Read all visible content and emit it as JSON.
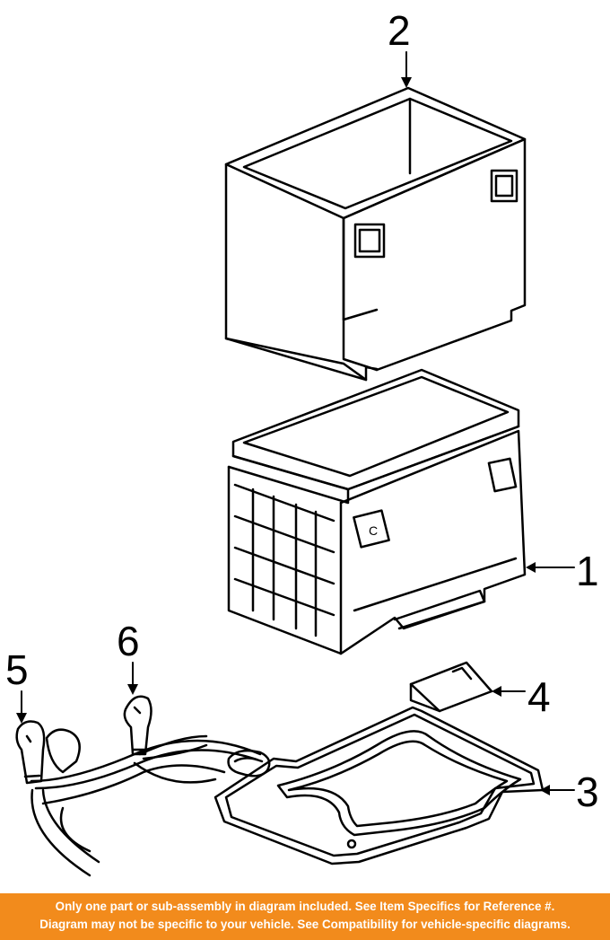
{
  "callouts": {
    "c1": "1",
    "c2": "2",
    "c3": "3",
    "c4": "4",
    "c5": "5",
    "c6": "6"
  },
  "battery_label": "C",
  "disclaimer": {
    "line1": "Only one part or sub-assembly in diagram included. See Item Specifics for Reference #.",
    "line2": "Diagram may not be specific to your vehicle. See Compatibility for vehicle-specific diagrams."
  },
  "colors": {
    "banner_background": "#f28b1c",
    "banner_text": "#ffffff",
    "line_art": "#000000"
  }
}
